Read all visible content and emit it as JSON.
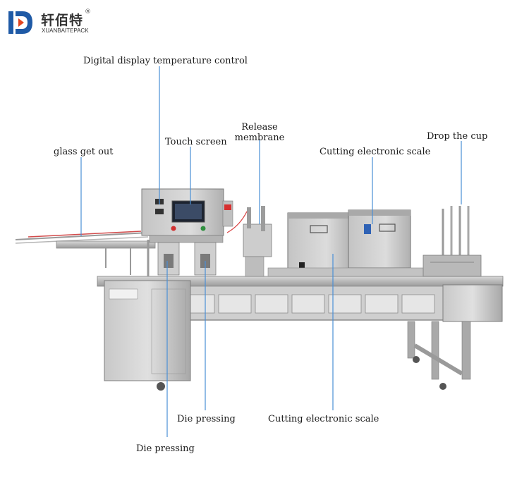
{
  "logo": {
    "chinese_name": "轩佰特",
    "english_name": "XUANBAITEPACK",
    "registered_mark": "®",
    "brand_color": "#1f5aa6",
    "accent_color": "#e2451f"
  },
  "labels": {
    "temp_control": "Digital display temperature control",
    "touch_screen": "Touch screen",
    "release_membrane_line1": "Release",
    "release_membrane_line2": "membrane",
    "glass_get_out": "glass get out",
    "cutting_scale_top": "Cutting electronic scale",
    "drop_cup": "Drop the cup",
    "die_pressing_1": "Die pressing",
    "die_pressing_2": "Die pressing",
    "cutting_scale_bottom": "Cutting electronic scale"
  },
  "colors": {
    "leader_line": "#4a8fd6",
    "steel": "#b9b9b9",
    "steel_dark": "#8c8c8c"
  }
}
